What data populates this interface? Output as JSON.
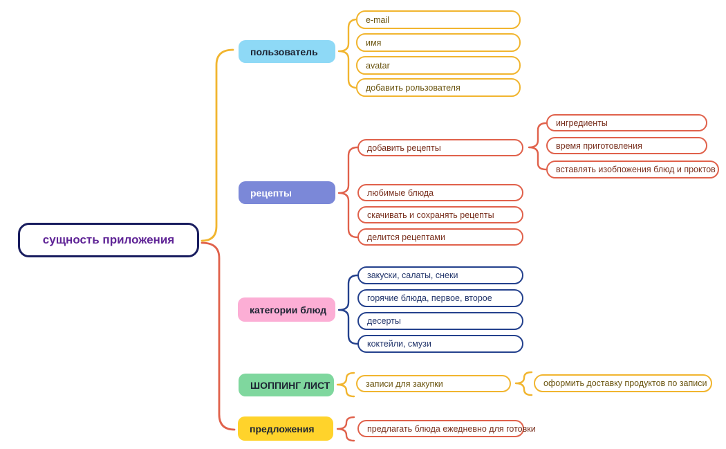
{
  "root": {
    "label": "сущность приложения"
  },
  "branches": [
    {
      "label": "пользователь",
      "children": [
        {
          "label": "e-mail"
        },
        {
          "label": "имя"
        },
        {
          "label": "avatar"
        },
        {
          "label": "добавить рользователя"
        }
      ]
    },
    {
      "label": "рецепты",
      "children": [
        {
          "label": "добавить рецепты",
          "children": [
            {
              "label": "ингредиенты"
            },
            {
              "label": "время приготовления"
            },
            {
              "label": "вставлять изобпожения блюд и проктов"
            }
          ]
        },
        {
          "label": "любимые блюда"
        },
        {
          "label": "скачивать и сохранять рецепты"
        },
        {
          "label": "делится рецептами"
        }
      ]
    },
    {
      "label": "категории блюд",
      "children": [
        {
          "label": "закуски, салаты, снеки"
        },
        {
          "label": "горячие блюда, первое, второе"
        },
        {
          "label": "десерты"
        },
        {
          "label": "коктейли, смузи"
        }
      ]
    },
    {
      "label": "ШОППИНГ ЛИСТ",
      "children": [
        {
          "label": "записи для закупки",
          "children": [
            {
              "label": "оформить доставку продуктов по записи"
            }
          ]
        }
      ]
    },
    {
      "label": "предложения",
      "children": [
        {
          "label": "предлагать блюда ежедневно для готовки"
        }
      ]
    }
  ],
  "colors": {
    "yellow": "#F1B52F",
    "coral": "#E0614B",
    "navy": "#24418D",
    "root_border": "#191D5F",
    "root_text": "#5F2496",
    "user_fill": "#8ED9F6",
    "recipes_fill": "#7B88D8",
    "categories_fill": "#FCAED5",
    "shopping_fill": "#7FD79E",
    "suggestions_fill": "#FFD32B"
  }
}
